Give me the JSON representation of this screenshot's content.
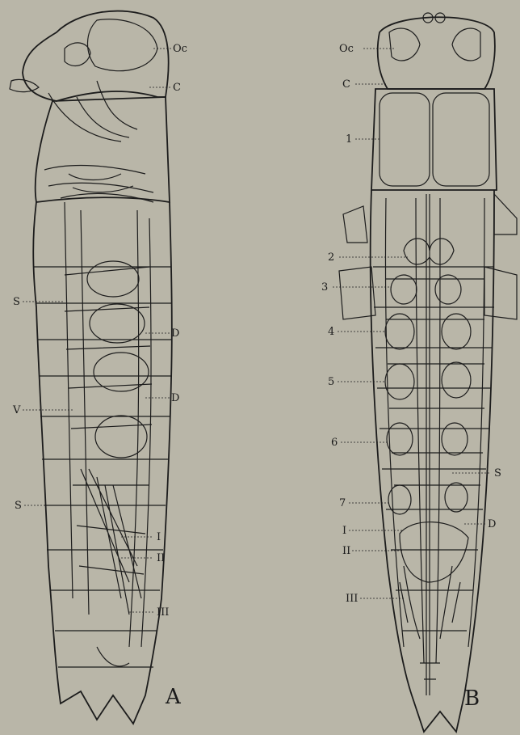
{
  "panels": [
    {
      "id": "A",
      "label": "A",
      "callouts": [
        {
          "key": "oc",
          "text": "Oc"
        },
        {
          "key": "c",
          "text": "C"
        },
        {
          "key": "s1",
          "text": "S"
        },
        {
          "key": "d1",
          "text": "D"
        },
        {
          "key": "v",
          "text": "V"
        },
        {
          "key": "d2",
          "text": "D"
        },
        {
          "key": "s2",
          "text": "S"
        },
        {
          "key": "i",
          "text": "I"
        },
        {
          "key": "ii",
          "text": "II"
        },
        {
          "key": "iii",
          "text": "III"
        }
      ]
    },
    {
      "id": "B",
      "label": "B",
      "callouts": [
        {
          "key": "oc",
          "text": "Oc"
        },
        {
          "key": "c",
          "text": "C"
        },
        {
          "key": "n1",
          "text": "1"
        },
        {
          "key": "n2",
          "text": "2"
        },
        {
          "key": "n3",
          "text": "3"
        },
        {
          "key": "n4",
          "text": "4"
        },
        {
          "key": "n5",
          "text": "5"
        },
        {
          "key": "n6",
          "text": "6"
        },
        {
          "key": "n7",
          "text": "7"
        },
        {
          "key": "s",
          "text": "S"
        },
        {
          "key": "d",
          "text": "D"
        },
        {
          "key": "i",
          "text": "I"
        },
        {
          "key": "ii",
          "text": "II"
        },
        {
          "key": "iii",
          "text": "III"
        }
      ]
    }
  ],
  "colors": {
    "paper": "#b9b6a8",
    "ink": "#1c1c1c"
  }
}
